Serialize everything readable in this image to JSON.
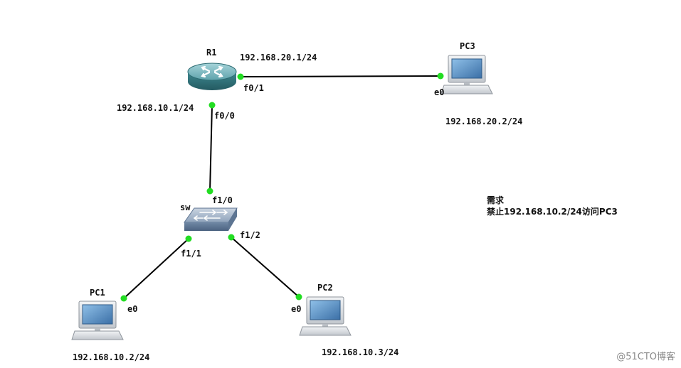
{
  "devices": {
    "r1": {
      "name": "R1"
    },
    "pc3": {
      "name": "PC3"
    },
    "sw": {
      "name": "sw"
    },
    "pc1": {
      "name": "PC1"
    },
    "pc2": {
      "name": "PC2"
    }
  },
  "interfaces": {
    "r1_f01": "f0/1",
    "r1_f00": "f0/0",
    "pc3_e0": "e0",
    "sw_f10": "f1/0",
    "sw_f11": "f1/1",
    "sw_f12": "f1/2",
    "pc1_e0": "e0",
    "pc2_e0": "e0"
  },
  "addresses": {
    "r1_f01": "192.168.20.1/24",
    "r1_f00": "192.168.10.1/24",
    "pc3": "192.168.20.2/24",
    "pc1": "192.168.10.2/24",
    "pc2": "192.168.10.3/24"
  },
  "requirement": {
    "title": "需求",
    "text": "禁止192.168.10.2/24访问PC3"
  },
  "watermark": "@51CTO博客",
  "colors": {
    "link": "#000000",
    "port_dot": "#22dd22",
    "router_body": "#3f8a92",
    "router_top": "#79b9c1",
    "switch_body": "#7f94ad",
    "monitor_frame": "#d7dbe0",
    "monitor_screen": "#5a8fc2"
  }
}
